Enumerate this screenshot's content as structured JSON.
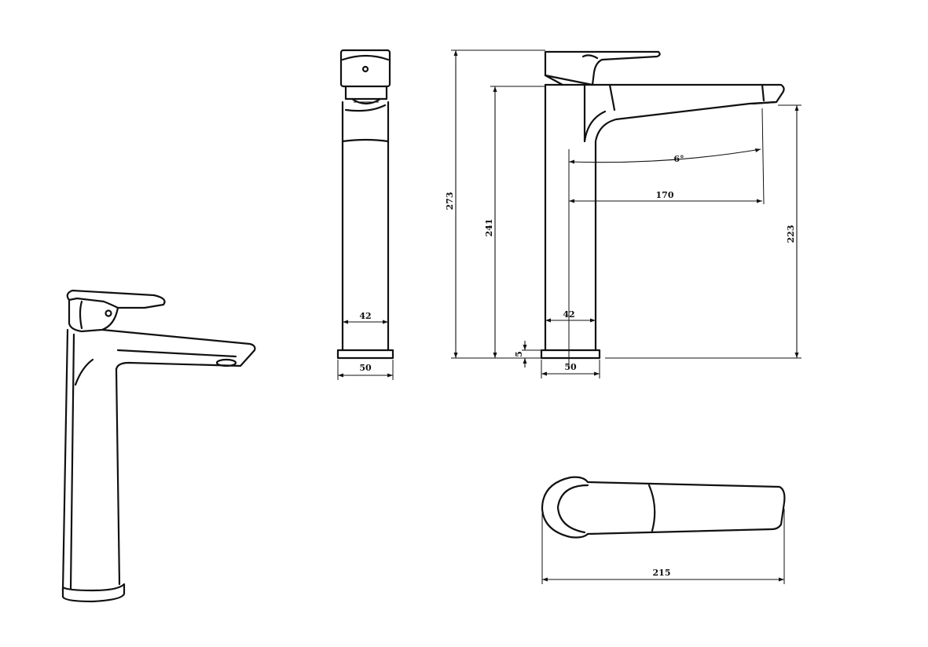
{
  "drawing": {
    "title": "",
    "stroke_color": "#111111",
    "background": "#ffffff"
  },
  "views": {
    "front": {
      "body_width_label": "42",
      "base_width_label": "50"
    },
    "side": {
      "total_height_label": "273",
      "body_height_label": "241",
      "spout_height_label": "223",
      "spout_reach_label": "170",
      "spout_angle_label": "6°",
      "body_width_label": "42",
      "base_width_label": "50",
      "base_height_label": "5"
    },
    "top": {
      "length_label": "215"
    }
  }
}
